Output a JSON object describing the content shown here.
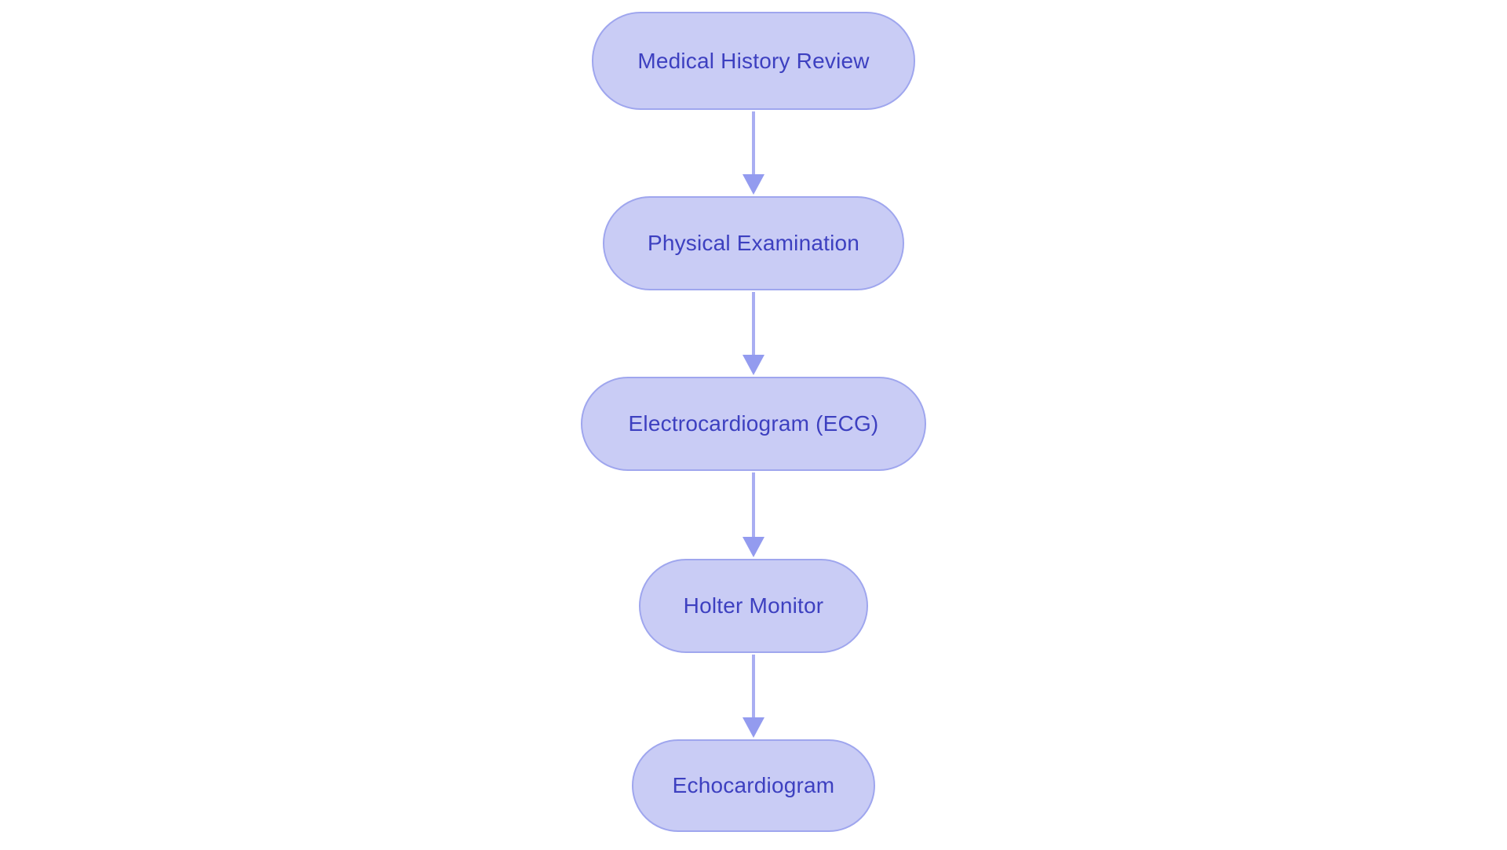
{
  "flowchart": {
    "nodes": [
      {
        "id": "node-1",
        "label": "Medical History Review"
      },
      {
        "id": "node-2",
        "label": "Physical Examination"
      },
      {
        "id": "node-3",
        "label": "Electrocardiogram (ECG)"
      },
      {
        "id": "node-4",
        "label": "Holter Monitor"
      },
      {
        "id": "node-5",
        "label": "Echocardiogram"
      }
    ],
    "edges": [
      {
        "from": "Medical History Review",
        "to": "Physical Examination"
      },
      {
        "from": "Physical Examination",
        "to": "Electrocardiogram (ECG)"
      },
      {
        "from": "Electrocardiogram (ECG)",
        "to": "Holter Monitor"
      },
      {
        "from": "Holter Monitor",
        "to": "Echocardiogram"
      }
    ],
    "colors": {
      "background": "#ffffff",
      "node_fill": "#c9ccf5",
      "node_border": "#9fa6ee",
      "node_text": "#3d40c0",
      "arrow_line": "#a9aef2",
      "arrow_head": "#939bef"
    }
  }
}
